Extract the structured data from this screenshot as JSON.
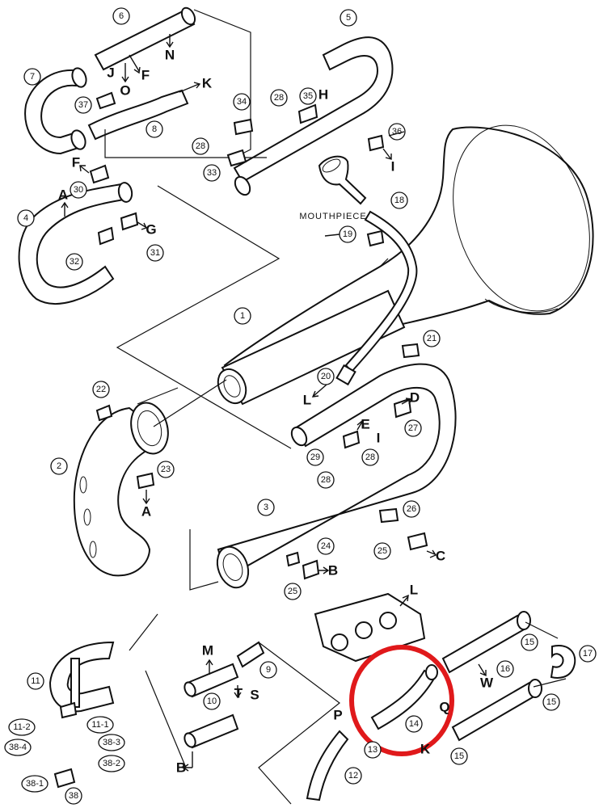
{
  "diagram": {
    "caption": "MOUTHPIECE",
    "highlight_color": "#e0191b",
    "highlighted_part": "14",
    "callouts": [
      "1",
      "2",
      "3",
      "4",
      "5",
      "6",
      "7",
      "8",
      "9",
      "10",
      "11",
      "12",
      "13",
      "14",
      "15",
      "15",
      "15",
      "16",
      "17",
      "18",
      "19",
      "20",
      "21",
      "22",
      "23",
      "24",
      "25",
      "25",
      "26",
      "27",
      "28",
      "28",
      "28",
      "28",
      "29",
      "30",
      "31",
      "32",
      "33",
      "34",
      "35",
      "36",
      "37",
      "38",
      "11-1",
      "11-2",
      "38-1",
      "38-2",
      "38-3",
      "38-4"
    ],
    "letters": [
      "N",
      "F",
      "O",
      "J",
      "K",
      "H",
      "I",
      "F",
      "A",
      "G",
      "L",
      "D",
      "E",
      "I",
      "B",
      "A",
      "C",
      "M",
      "S",
      "T",
      "L",
      "P",
      "Q",
      "K",
      "W",
      "B"
    ]
  }
}
